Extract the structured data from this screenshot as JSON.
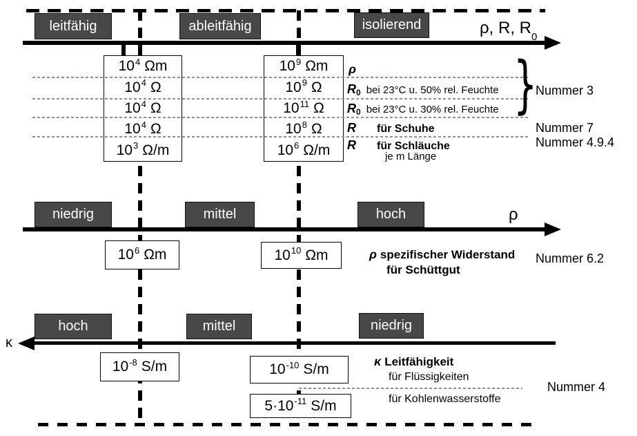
{
  "diagram": {
    "s1": {
      "zones": [
        "leitfähig",
        "ableitfähig",
        "isolierend"
      ],
      "axis_label": {
        "main": "ρ, R, R",
        "sub": "0"
      },
      "left": [
        {
          "base": "10",
          "exp": "4",
          "unit": "Ωm"
        },
        {
          "base": "10",
          "exp": "4",
          "unit": "Ω"
        },
        {
          "base": "10",
          "exp": "4",
          "unit": "Ω"
        },
        {
          "base": "10",
          "exp": "4",
          "unit": "Ω"
        },
        {
          "base": "10",
          "exp": "3",
          "unit": "Ω/m"
        }
      ],
      "right": [
        {
          "base": "10",
          "exp": "9",
          "unit": "Ωm"
        },
        {
          "base": "10",
          "exp": "9",
          "unit": "Ω"
        },
        {
          "base": "10",
          "exp": "11",
          "unit": "Ω"
        },
        {
          "base": "10",
          "exp": "8",
          "unit": "Ω"
        },
        {
          "base": "10",
          "exp": "6",
          "unit": "Ω/m"
        }
      ],
      "rows": [
        {
          "symbol": "ρ",
          "sub": "",
          "desc": ""
        },
        {
          "symbol": "R",
          "sub": "0",
          "desc": "bei 23°C u. 50% rel. Feuchte"
        },
        {
          "symbol": "R",
          "sub": "0",
          "desc": "bei 23°C u. 30% rel. Feuchte"
        },
        {
          "symbol": "R",
          "sub": "",
          "desc": "für Schuhe"
        },
        {
          "symbol": "R",
          "sub": "",
          "desc": "für Schläuche",
          "note": "je m Länge"
        }
      ],
      "brace_icon": "}",
      "refs": [
        "Nummer 3",
        "Nummer 7",
        "Nummer 4.9.4"
      ]
    },
    "s2": {
      "zones": [
        "niedrig",
        "mittel",
        "hoch"
      ],
      "axis_label": "ρ",
      "left": {
        "base": "10",
        "exp": "6",
        "unit": "Ωm"
      },
      "right": {
        "base": "10",
        "exp": "10",
        "unit": "Ωm"
      },
      "caption": {
        "symbol": "ρ",
        "line1": "spezifischer Widerstand",
        "line2": "für Schüttgut"
      },
      "ref": "Nummer 6.2"
    },
    "s3": {
      "zones": [
        "hoch",
        "mittel",
        "niedrig"
      ],
      "axis_label": "κ",
      "v1": {
        "base": "10",
        "exp": "-8",
        "unit": "S/m"
      },
      "v2": {
        "base": "10",
        "exp": "-10",
        "unit": "S/m"
      },
      "v3": {
        "base": "5·10",
        "exp": "-11",
        "unit": "S/m"
      },
      "caption": {
        "symbol": "κ",
        "line1": "Leitfähigkeit",
        "line2": "für Flüssigkeiten",
        "line3": "für Kohlenwasserstoffe"
      },
      "ref": "Nummer 4"
    },
    "colors": {
      "zone_fill": "#484848",
      "zone_text": "#ffffff",
      "line": "#000000",
      "dotted": "#8f8f8f"
    }
  }
}
